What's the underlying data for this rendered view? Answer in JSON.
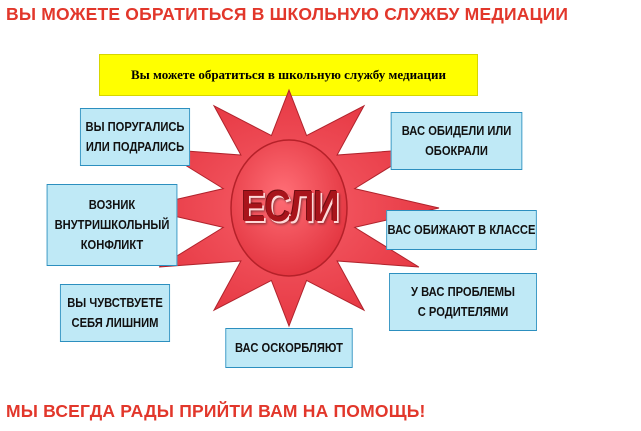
{
  "headline": {
    "text": "ВЫ МОЖЕТЕ ОБРАТИТЬСЯ В ШКОЛЬНУЮ СЛУЖБУ МЕДИАЦИИ",
    "color": "#e2372b"
  },
  "banner": {
    "text": "Вы можете обратиться в школьную службу медиации",
    "color": "#ffff00"
  },
  "diagram": {
    "center_label": "ЕСЛИ",
    "star_color": "#ea3a44",
    "box_color": "#bfe9f6",
    "items": [
      {
        "text": "ВЫ ПОРУГАЛИСЬ\nИЛИ ПОДРАЛИСЬ"
      },
      {
        "text": "ВОЗНИК\nВНУТРИШКОЛЬНЫЙ\nКОНФЛИКТ"
      },
      {
        "text": "ВЫ ЧУВСТВУЕТЕ\nСЕБЯ ЛИШНИМ"
      },
      {
        "text": "ВАС ОСКОРБЛЯЮТ"
      },
      {
        "text": "У ВАС ПРОБЛЕМЫ\nС РОДИТЕЛЯМИ"
      },
      {
        "text": "ВАС ОБИЖАЮТ В КЛАССЕ"
      },
      {
        "text": "ВАС ОБИДЕЛИ ИЛИ\nОБОКРАЛИ"
      }
    ]
  },
  "footer": {
    "text": "МЫ ВСЕГДА РАДЫ ПРИЙТИ ВАМ НА ПОМОЩЬ!",
    "color": "#e2372b"
  }
}
